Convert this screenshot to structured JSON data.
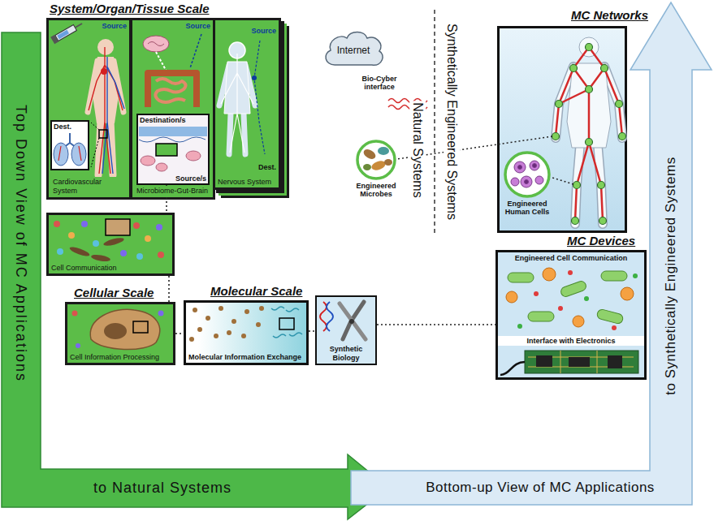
{
  "diagram": {
    "nodes": [
      {
        "text": [
          "Top Down View of MC Applications",
          "to Natural Systems"
        ]
      },
      {
        "text": [
          "Bottom-up View of MC Applications",
          "to Synthetically Engineered Systems"
        ]
      },
      {
        "text": [
          "System/Organ/Tissue Scale"
        ]
      },
      {
        "text": [
          "Source",
          "Cardiovascular System"
        ],
        "in": 2
      },
      {
        "text": [
          "Dest."
        ],
        "in": 3
      },
      {
        "text": [
          "Source",
          "Microbiome-Gut-Brain"
        ],
        "in": 2
      },
      {
        "text": [
          "Destination/s",
          "Source/s"
        ],
        "in": 5
      },
      {
        "text": [
          "Source",
          "Dest.",
          "Nervous System"
        ],
        "in": 2
      },
      {
        "text": [
          "Internet"
        ]
      },
      {
        "text": [
          "MC Networks"
        ]
      },
      {
        "text": [
          "Engineered Microbes"
        ]
      },
      {
        "text": [
          "Engineered Human Cells"
        ],
        "in": 9
      },
      {
        "text": [
          "Cell Communication"
        ]
      },
      {
        "text": [
          "MC Devices",
          "Engineered Cell Communication",
          "Interface with Electronics"
        ]
      },
      {
        "text": [
          "Cellular Scale",
          "Cell Information Processing"
        ]
      },
      {
        "text": [
          "Molecular Scale",
          "Molecular Information Exchange"
        ]
      },
      {
        "text": [
          "Synthetic Biology"
        ]
      }
    ],
    "edges": [
      {
        "from": 6,
        "to": 12,
        "arrow": "none"
      },
      {
        "from": 12,
        "to": 14,
        "arrow": "none"
      },
      {
        "from": 14,
        "to": 15,
        "arrow": "none"
      },
      {
        "from": 15,
        "to": 16,
        "arrow": "none"
      },
      {
        "from": 16,
        "to": 13,
        "arrow": "none"
      }
    ],
    "labels": [
      "Natural Systems",
      "Synthetically Engineered Systems",
      "Bio-Cyber interface"
    ]
  }
}
